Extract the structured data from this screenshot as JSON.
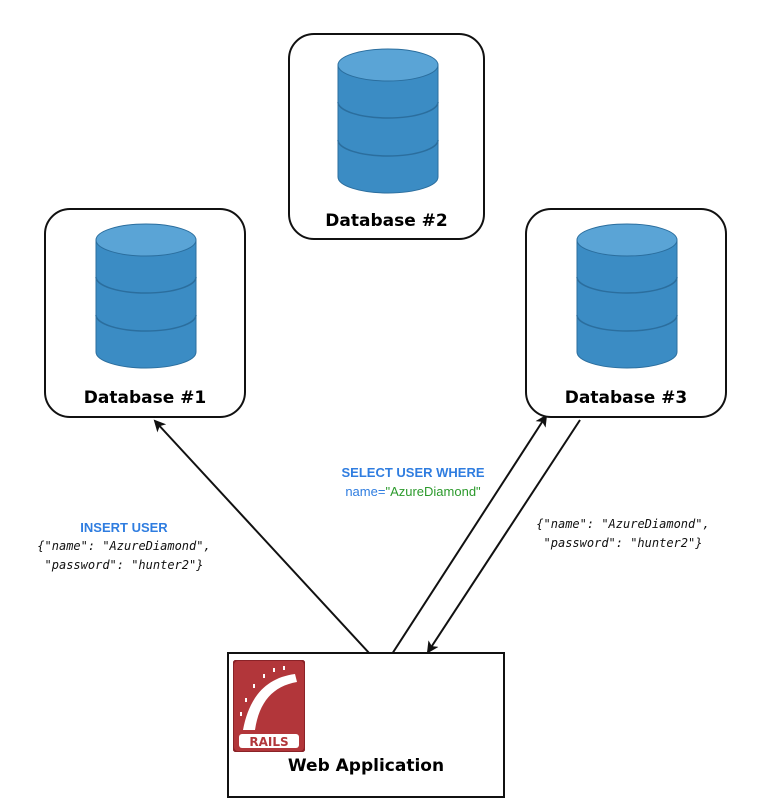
{
  "databases": [
    {
      "label": "Database #1"
    },
    {
      "label": "Database #2"
    },
    {
      "label": "Database #3"
    }
  ],
  "web_app": {
    "label": "Web Application",
    "logo_text": "RAILS",
    "logo_icon": "rails-logo-icon"
  },
  "annotations": {
    "insert": {
      "heading": "INSERT USER",
      "line1": "{\"name\": \"AzureDiamond\",",
      "line2": "\"password\": \"hunter2\"}"
    },
    "select": {
      "heading": "SELECT USER WHERE",
      "prefix": "name=",
      "value": "\"AzureDiamond\""
    },
    "result": {
      "line1": "{\"name\": \"AzureDiamond\",",
      "line2": "\"password\": \"hunter2\"}"
    }
  },
  "colors": {
    "cylinder_fill": "#3b8cc4",
    "cylinder_top": "#5aa4d6",
    "cylinder_stroke": "#2b6e9e",
    "annotation_blue": "#2f7de0",
    "annotation_green": "#2c9a2c",
    "rails_red": "#b2363a"
  }
}
